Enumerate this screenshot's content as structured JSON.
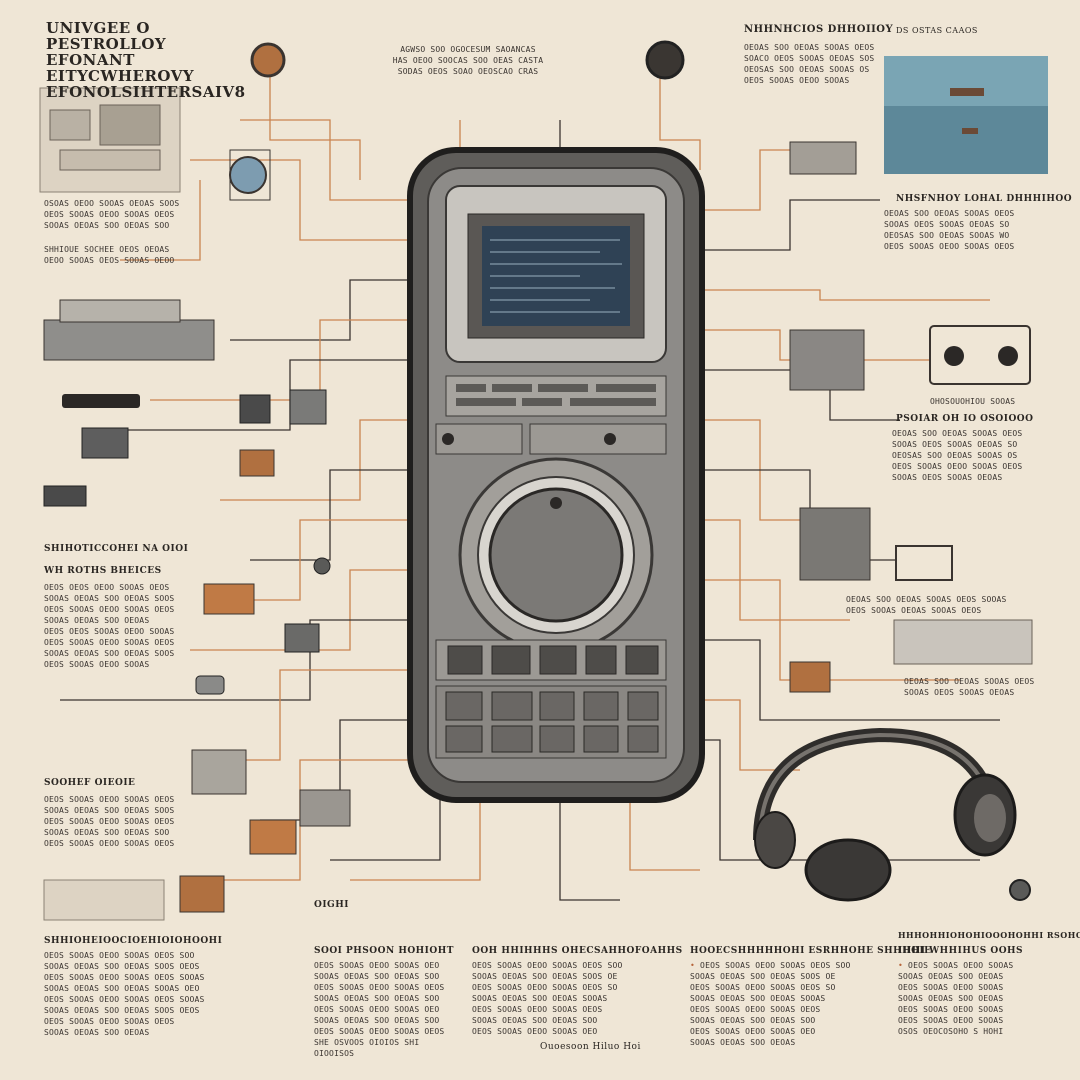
{
  "title": "UNIVGEE O PESTROLLOY\nEFONANT EITYCWHEROVY\nEFONOLSIHTERSAIV8",
  "top_center": "AGWSO SOO OGOCESUM SAOANCAS\nHAS OEOO SOOCAS SOO OEAS CASTA\nSODAS OEOS SOAO OEOSCAO CRAS",
  "top_right": {
    "heading": "NHHNHCIOS DHHOIIOY",
    "sub": "DS OSTAS CAAOS",
    "body": "OEOAS SOO OEOAS SOOAS OEOS\nSOACO OEOS SOOAS OEOAS SOS\nOEOSAS SOO OEOAS SOOAS OS\nOEOS SOOAS OEOO SOOAS"
  },
  "left_caption_1": "OSOAS OEOO SOOAS OEOAS SOOS\nOEOS SOOAS OEOO SOOAS OEOS\nSOOAS OEOAS SOO OEOAS SOO",
  "left_caption_2": "SHHIOUE SOCHEE OEOS OEOAS\nOEOO SOOAS OEOS SOOAS OEOO",
  "left_block_1": {
    "heading": "SHIHOTICCOHEI NA OIOI",
    "sub": "WH ROTHS BHEICES",
    "body": "OEOS OEOS OEOO SOOAS OEOS\nSOOAS OEOAS SOO OEOAS SOOS\nOEOS SOOAS OEOO SOOAS OEOS\nSOOAS OEOAS SOO OEOAS\nOEOS OEOS SOOAS OEOO SOOAS\nOEOS SOOAS OEOO SOOAS OEOS\nSOOAS OEOAS SOO OEOAS SOOS\nOEOS SOOAS OEOO SOOAS"
  },
  "left_block_2": {
    "heading": "SOOHEF OIEOIE",
    "body": "OEOS SOOAS OEOO SOOAS OEOS\nSOOAS OEOAS SOO OEOAS SOOS\nOEOS SOOAS OEOO SOOAS OEOS\nSOOAS OEOAS SOO OEOAS SOO\nOEOS SOOAS OEOO SOOAS OEOS"
  },
  "right_blocks": [
    {
      "heading": "NHSFNHOY LOHAL DHHHIHOO",
      "body": "OEOAS SOO OEOAS SOOAS OEOS\nSOOAS OEOS SOOAS OEOAS SO\nOEOSAS SOO OEOAS SOOAS WO\nOEOS SOOAS OEOO SOOAS OEOS"
    },
    {
      "heading": "",
      "body": "OHOSOUOHIOU SOOAS"
    },
    {
      "heading": "PSOIAR OH IO OSOIOOO",
      "body": "OEOAS SOO OEOAS SOOAS OEOS\nSOOAS OEOS SOOAS OEOAS SO\nOEOSAS SOO OEOAS SOOAS OS\nOEOS SOOAS OEOO SOOAS OEOS\nSOOAS OEOS SOOAS OEOAS"
    },
    {
      "heading": "",
      "body": "OEOAS SOO OEOAS SOOAS OEOS SOOAS\nOEOS SOOAS OEOAS SOOAS OEOS"
    },
    {
      "heading": "",
      "body": "OEOAS SOO OEOAS SOOAS OEOS\nSOOAS OEOS SOOAS OEOAS"
    }
  ],
  "bottom_sections": [
    {
      "heading": "SHHIOHEIOOCIOEHIOIOHOOHI",
      "body": "OEOS SOOAS OEOO SOOAS OEOS SOO\nSOOAS OEOAS SOO OEOAS SOOS OEOS\nOEOS SOOAS OEOO SOOAS OEOS SOOAS\nSOOAS OEOAS SOO OEOAS SOOAS OEO\nOEOS SOOAS OEOO SOOAS OEOS SOOAS\nSOOAS OEOAS SOO OEOAS SOOS OEOS\nOEOS SOOAS OEOO SOOAS OEOS\nSOOAS OEOAS SOO OEOAS"
    },
    {
      "heading": "SOOI PHSOON HOHIOHT",
      "label": "OIGHI",
      "body": "OEOS SOOAS OEOO SOOAS OEO\nSOOAS OEOAS SOO OEOAS SOO\nOEOS SOOAS OEOO SOOAS OEOS\nSOOAS OEOAS SOO OEOAS SOO\nOEOS SOOAS OEOO SOOAS OEO\nSOOAS OEOAS SOO OEOAS SOO\nOEOS SOOAS OEOO SOOAS OEOS\nSHE OSVOOS OIOIOS SHI OIOOISOS"
    },
    {
      "heading": "OOH HHIHHHS OHECSAHHOFOAHHS",
      "body": "OEOS SOOAS OEOO SOOAS OEOS SOO\nSOOAS OEOAS SOO OEOAS SOOS OE\nOEOS SOOAS OEOO SOOAS OEOS SO\nSOOAS OEOAS SOO OEOAS SOOAS\nOEOS SOOAS OEOO SOOAS OEOS\nSOOAS OEOAS SOO OEOAS SOO\nOEOS SOOAS OEOO SOOAS OEO"
    },
    {
      "heading": "HOOECSHHHHHOHI ESRHHOHE SHHHOIE",
      "body": "OEOS SOOAS OEOO SOOAS OEOS SOO\nSOOAS OEOAS SOO OEOAS SOOS OE\nOEOS SOOAS OEOO SOOAS OEOS SO\nSOOAS OEOAS SOO OEOAS SOOAS\nOEOS SOOAS OEOO SOOAS OEOS\nSOOAS OEOAS SOO OEOAS SOO\nOEOS SOOAS OEOO SOOAS OEO\nSOOAS OEOAS SOO OEOAS"
    },
    {
      "heading": "HHHOHHIOHOHIOOOHOHHI RSOHOE",
      "sub": "IHHI WHHIHUS OOHS",
      "body": "OEOS SOOAS OEOO SOOAS\nSOOAS OEOAS SOO OEOAS\nOEOS SOOAS OEOO SOOAS\nSOOAS OEOAS SOO OEOAS\nOEOS SOOAS OEOO SOOAS\nOEOS SOOAS OEOO SOOAS\nOSOS OEOCOSOHO S HOHI"
    }
  ],
  "footer_caption": "Ouoesoon Hiluo Hoi",
  "colors": {
    "background": "#efe6d6",
    "wire_copper": "#c9844f",
    "wire_dark": "#3a3430",
    "device_body": "#8a8a88",
    "screen_bg": "#2f4255"
  },
  "icons": [
    "handheld-device",
    "screen",
    "dial",
    "headset",
    "satellite-photo",
    "gauge",
    "camera"
  ]
}
